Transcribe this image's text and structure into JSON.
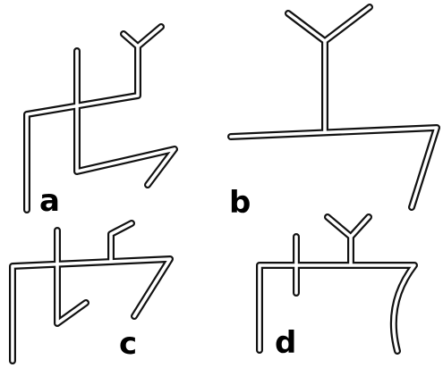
{
  "panels": [
    {
      "id": "a",
      "label": "a"
    },
    {
      "id": "b",
      "label": "b"
    },
    {
      "id": "c",
      "label": "c"
    },
    {
      "id": "d",
      "label": "d"
    }
  ]
}
